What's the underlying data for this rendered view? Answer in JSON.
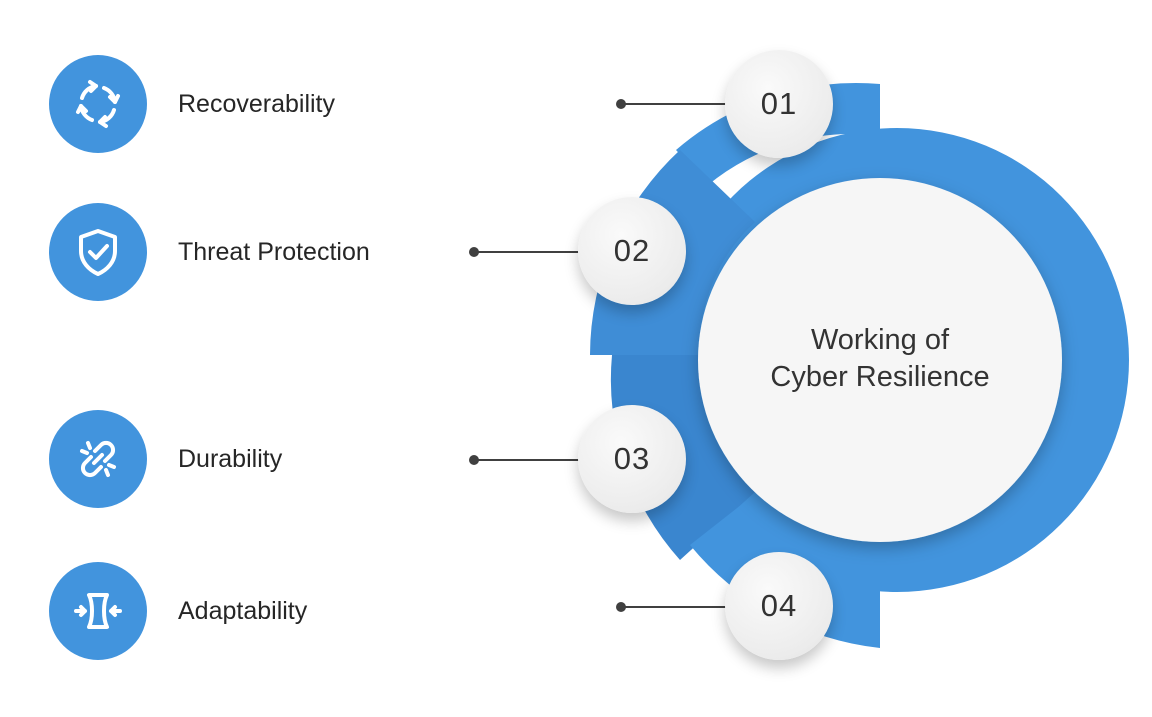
{
  "diagram": {
    "center_title_line1": "Working of",
    "center_title_line2": "Cyber Resilience",
    "accent_color": "#4294dd",
    "items": [
      {
        "number": "01",
        "label": "Recoverability",
        "icon": "recycle-arrows-icon"
      },
      {
        "number": "02",
        "label": "Threat Protection",
        "icon": "shield-check-icon"
      },
      {
        "number": "03",
        "label": "Durability",
        "icon": "broken-link-icon"
      },
      {
        "number": "04",
        "label": "Adaptability",
        "icon": "compress-arrows-icon"
      }
    ]
  }
}
